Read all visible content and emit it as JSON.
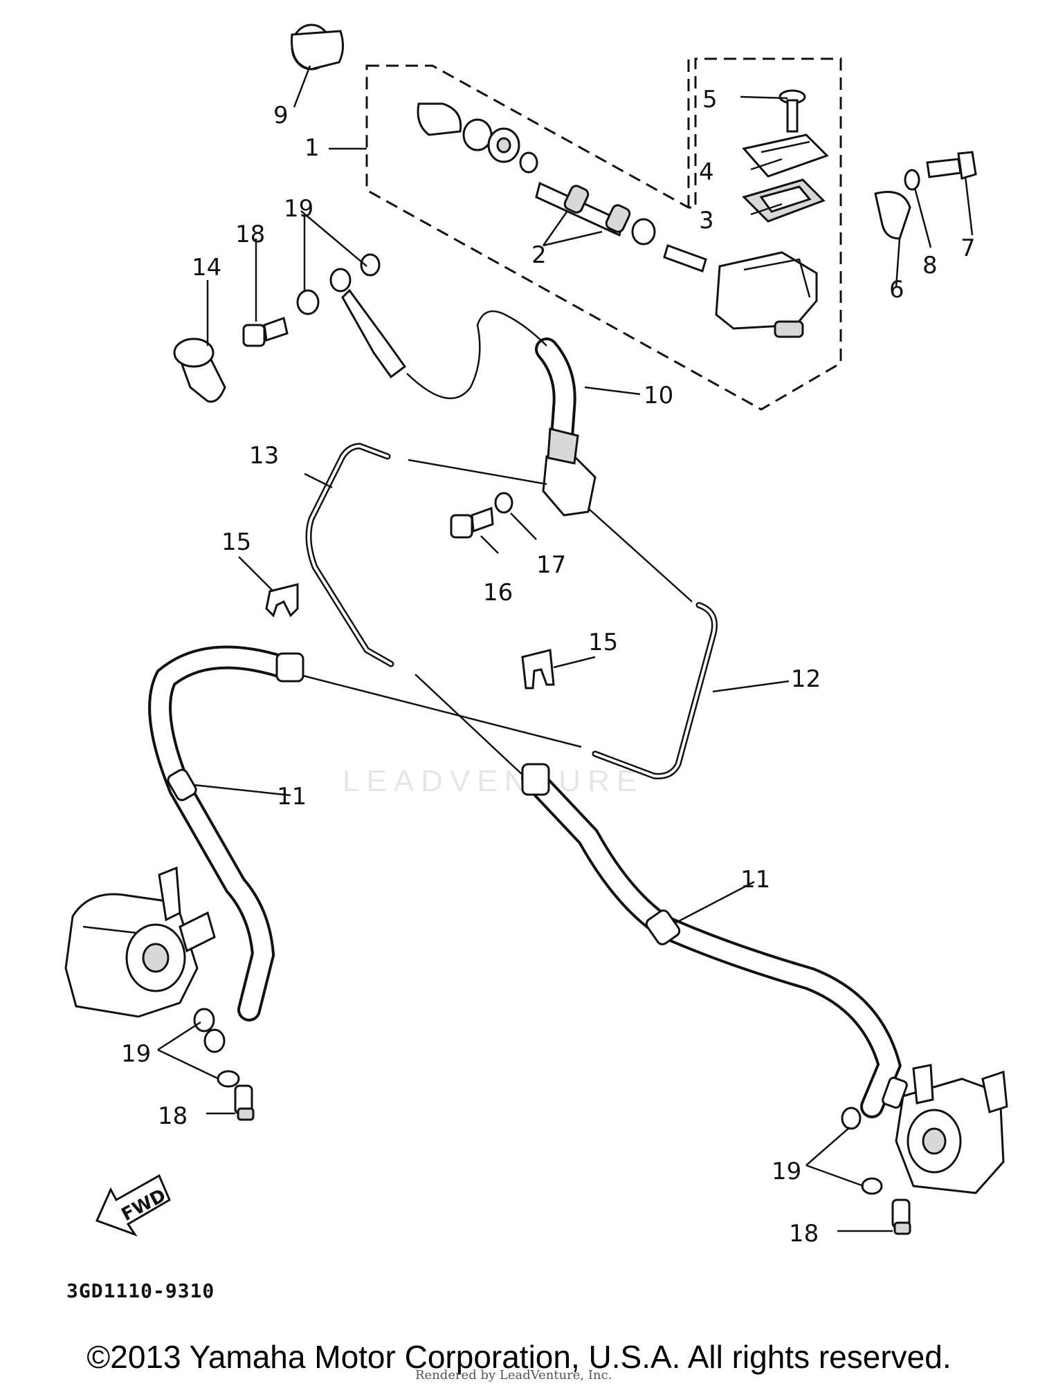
{
  "diagram": {
    "callouts": [
      "1",
      "2",
      "3",
      "4",
      "5",
      "6",
      "7",
      "8",
      "9",
      "10",
      "11",
      "12",
      "13",
      "14",
      "15",
      "16",
      "17",
      "18",
      "19"
    ],
    "fwd_label": "FWD",
    "drawing_code": "3GD1110-9310",
    "watermark": "LEADVENTURE",
    "copyright": "©2013 Yamaha Motor Corporation, U.S.A. All rights reserved.",
    "rendered_by": "Rendered by LeadVenture, Inc."
  }
}
